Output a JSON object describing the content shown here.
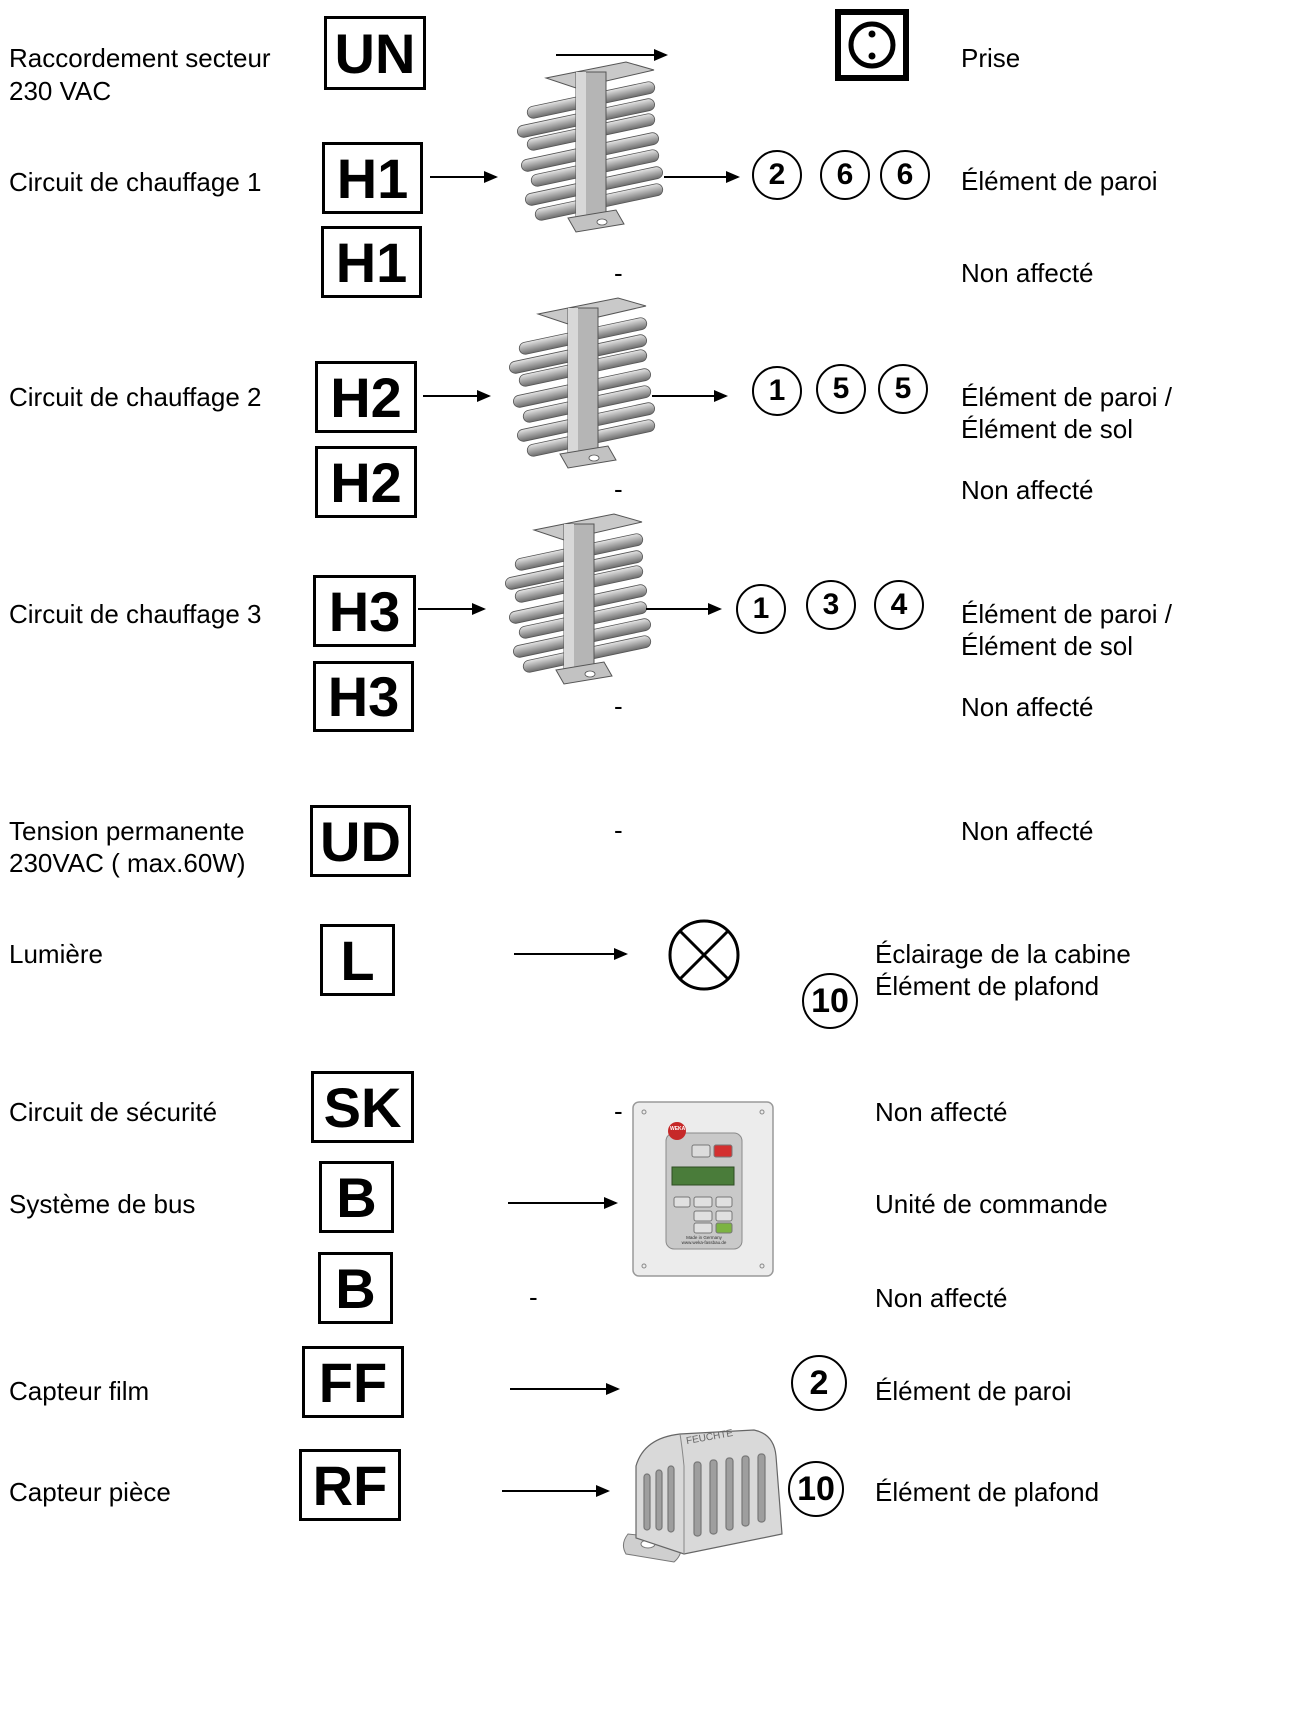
{
  "rows": {
    "un": {
      "label_line1": "Raccordement secteur",
      "label_line2": "230 VAC",
      "code": "UN",
      "target": "Prise"
    },
    "h1": {
      "label": "Circuit de chauffage 1",
      "code": "H1",
      "elements": [
        "2",
        "6",
        "6"
      ],
      "target": "Élément de paroi"
    },
    "h1b": {
      "code": "H1",
      "dash": "-",
      "target": "Non affecté"
    },
    "h2": {
      "label": "Circuit de chauffage 2",
      "code": "H2",
      "elements": [
        "1",
        "5",
        "5"
      ],
      "target_line1": "Élément de paroi /",
      "target_line2": "Élément de sol"
    },
    "h2b": {
      "code": "H2",
      "dash": "-",
      "target": "Non affecté"
    },
    "h3": {
      "label": "Circuit de chauffage 3",
      "code": "H3",
      "elements": [
        "1",
        "3",
        "4"
      ],
      "target_line1": "Élément de paroi /",
      "target_line2": "Élément de sol"
    },
    "h3b": {
      "code": "H3",
      "dash": "-",
      "target": "Non affecté"
    },
    "ud": {
      "label_line1": "Tension permanente",
      "label_line2": "230VAC ( max.60W)",
      "code": "UD",
      "dash": "-",
      "target": "Non affecté"
    },
    "l": {
      "label": "Lumière",
      "code": "L",
      "element": "10",
      "target_line1": "Éclairage de la cabine",
      "target_line2": "Élément de plafond"
    },
    "sk": {
      "label": "Circuit de sécurité",
      "code": "SK",
      "dash": "-",
      "target": "Non affecté"
    },
    "b": {
      "label": "Système de bus",
      "code": "B",
      "target": "Unité de commande"
    },
    "bb": {
      "code": "B",
      "dash": "-",
      "target": "Non affecté"
    },
    "ff": {
      "label": "Capteur film",
      "code": "FF",
      "element": "2",
      "target": "Élément de paroi"
    },
    "rf": {
      "label": "Capteur pièce",
      "code": "RF",
      "element": "10",
      "target": "Élément de plafond"
    }
  },
  "control_unit": {
    "brand": "WEKA",
    "footer_line1": "Made in Germany",
    "footer_line2": "www.weka-fassbau.de"
  },
  "sensor": {
    "text": "FEUCHTE"
  },
  "icons": {
    "socket": "socket-icon",
    "lamp": "lamp-icon",
    "connector": "connector-block-icon",
    "control_unit": "control-unit-icon",
    "humidity_sensor": "humidity-sensor-icon"
  }
}
